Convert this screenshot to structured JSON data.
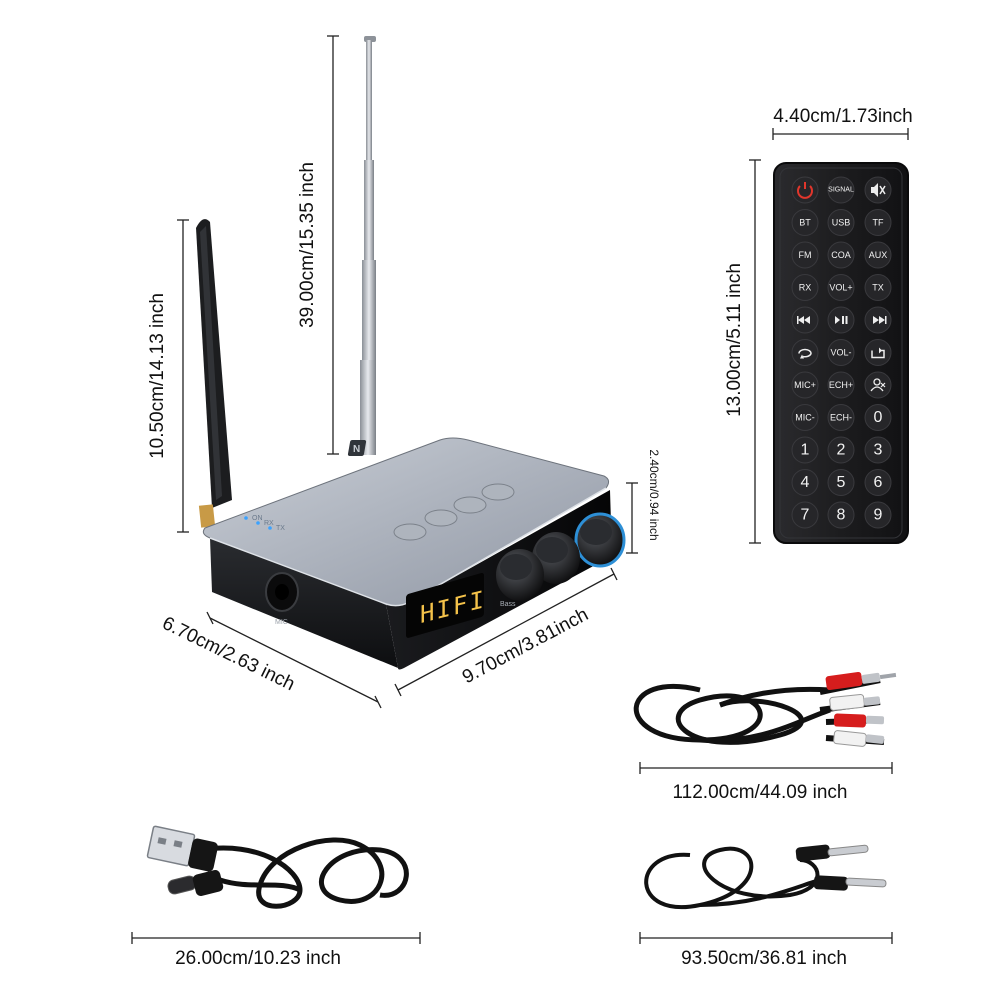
{
  "dimensions": {
    "long_antenna": "39.00cm/15.35 inch",
    "short_antenna": "10.50cm/14.13 inch",
    "device_height": "2.40cm/0.94 inch",
    "device_depth": "6.70cm/2.63 inch",
    "device_width": "9.70cm/3.81inch",
    "remote_width": "4.40cm/1.73inch",
    "remote_height": "13.00cm/5.11 inch",
    "rca_cable": "112.00cm/44.09 inch",
    "usb_cable": "26.00cm/10.23 inch",
    "aux_cable": "93.50cm/36.81 inch"
  },
  "device": {
    "display_text": "HIFI",
    "knob_label": "Bass",
    "mic_label": "MIC",
    "leds": [
      "ON",
      "RX",
      "TX"
    ]
  },
  "remote": {
    "rows": [
      [
        "power-icon",
        "SIGNAL",
        "mute-icon"
      ],
      [
        "BT",
        "USB",
        "TF"
      ],
      [
        "FM",
        "COA",
        "AUX"
      ],
      [
        "RX",
        "VOL+",
        "TX"
      ],
      [
        "prev-icon",
        "play-pause-icon",
        "next-icon"
      ],
      [
        "repeat-icon",
        "VOL-",
        "return-icon"
      ],
      [
        "MIC+",
        "ECH+",
        "mic-mute-icon"
      ],
      [
        "MIC-",
        "ECH-",
        "0"
      ],
      [
        "1",
        "2",
        "3"
      ],
      [
        "4",
        "5",
        "6"
      ],
      [
        "7",
        "8",
        "9"
      ]
    ],
    "power_color": "#e0362c",
    "body_color": "#1c1c1e"
  }
}
